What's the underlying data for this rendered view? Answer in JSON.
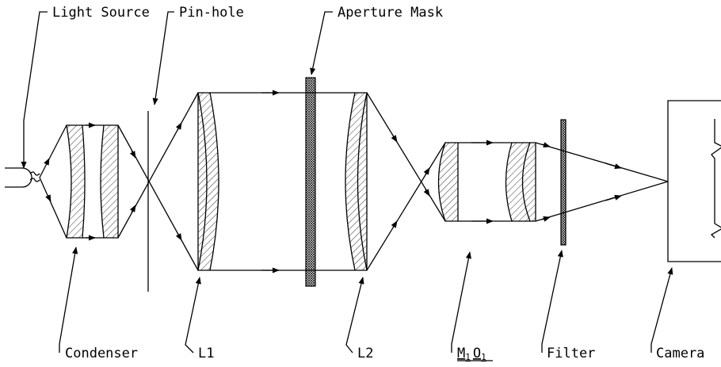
{
  "labels": {
    "light_source": "Light Source",
    "pinhole": "Pin-hole",
    "aperture_mask": "Aperture Mask",
    "condenser": "Condenser",
    "l1": "L1",
    "l2": "L2",
    "mo_m": "M",
    "mo_sub1": "1",
    "mo_o": "O",
    "mo_sub2": "1",
    "filter": "Filter",
    "camera": "Camera"
  },
  "colors": {
    "line": "#000000",
    "background": "#ffffff"
  }
}
